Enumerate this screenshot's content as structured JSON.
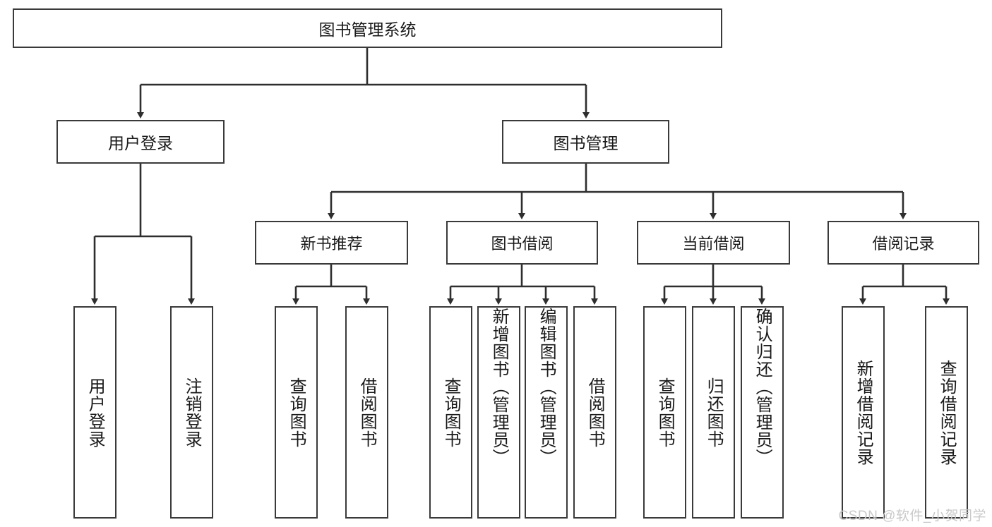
{
  "diagram": {
    "title": "图书管理系统",
    "type": "hierarchy-tree",
    "root": {
      "label": "图书管理系统"
    },
    "level2": [
      {
        "label": "用户登录"
      },
      {
        "label": "图书管理"
      }
    ],
    "level3": [
      {
        "label": "新书推荐"
      },
      {
        "label": "图书借阅"
      },
      {
        "label": "当前借阅"
      },
      {
        "label": "借阅记录"
      }
    ],
    "leaves": {
      "user_login": [
        {
          "label": "用户登录"
        },
        {
          "label": "注销登录"
        }
      ],
      "new_book_recommend": [
        {
          "label": "查询图书"
        },
        {
          "label": "借阅图书"
        }
      ],
      "book_borrow": [
        {
          "label": "查询图书"
        },
        {
          "label": "新增图书（管理员）"
        },
        {
          "label": "编辑图书（管理员）"
        },
        {
          "label": "借阅图书"
        }
      ],
      "current_borrow": [
        {
          "label": "查询图书"
        },
        {
          "label": "归还图书"
        },
        {
          "label": "确认归还（管理员）"
        }
      ],
      "borrow_record": [
        {
          "label": "新增借阅记录"
        },
        {
          "label": "查询借阅记录"
        }
      ]
    }
  },
  "watermark": {
    "text": "CSDN @软件_小贺同学"
  },
  "colors": {
    "stroke": "#3a3a3a",
    "background": "#ffffff",
    "text": "#1a1a1a",
    "watermark": "#c9c9c9"
  }
}
